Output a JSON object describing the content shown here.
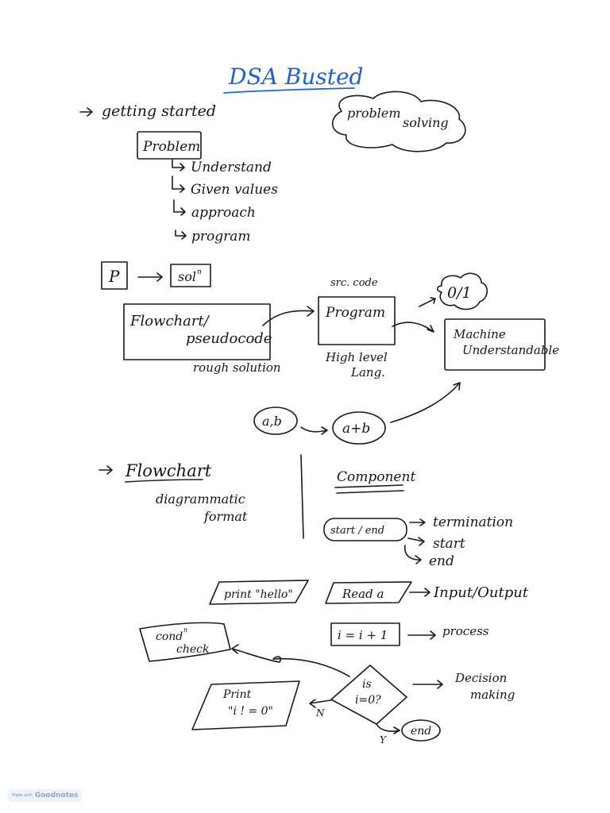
{
  "title": "DSA Busted",
  "getting_started": {
    "heading": "getting started",
    "box": "Problem",
    "steps": [
      "Understand",
      "Given values",
      "approach",
      "program"
    ]
  },
  "cloud_problem_solving": {
    "line1": "problem",
    "line2": "solving"
  },
  "p_to_soln": {
    "p": "P",
    "soln": "sol",
    "soln_sup": "n"
  },
  "flow_pipeline": {
    "flowchart_line1": "Flowchart/",
    "flowchart_line2": "pseudocode",
    "rough_solution": "rough solution",
    "src_code": "src. code",
    "program": "Program",
    "high_level_line1": "High level",
    "high_level_line2": "Lang.",
    "binary": "0/1",
    "machine_line1": "Machine",
    "machine_line2": "Understandable",
    "ab_left": "a,b",
    "ab_right": "a+b"
  },
  "flowchart_section": {
    "heading": "Flowchart",
    "desc_line1": "diagrammatic",
    "desc_line2": "format",
    "component_heading": "Component",
    "start_end": "start / end",
    "termination": "termination",
    "start": "start",
    "end": "end",
    "print_hello": "print \"hello\"",
    "read_a": "Read  a",
    "input_output": "Input/Output",
    "process_box": "i = i + 1",
    "process": "process",
    "cond_line1": "cond",
    "cond_sup": "n",
    "cond_line2": "check",
    "is_line1": "is",
    "is_line2": "i=0?",
    "decision_line1": "Decision",
    "decision_line2": "making",
    "print_line1": "Print",
    "print_line2": "\"i ! = 0\"",
    "n_label": "N",
    "y_label": "Y",
    "end_oval": "end"
  },
  "footer": {
    "made_with": "Made with",
    "brand": "Goodnotes"
  }
}
